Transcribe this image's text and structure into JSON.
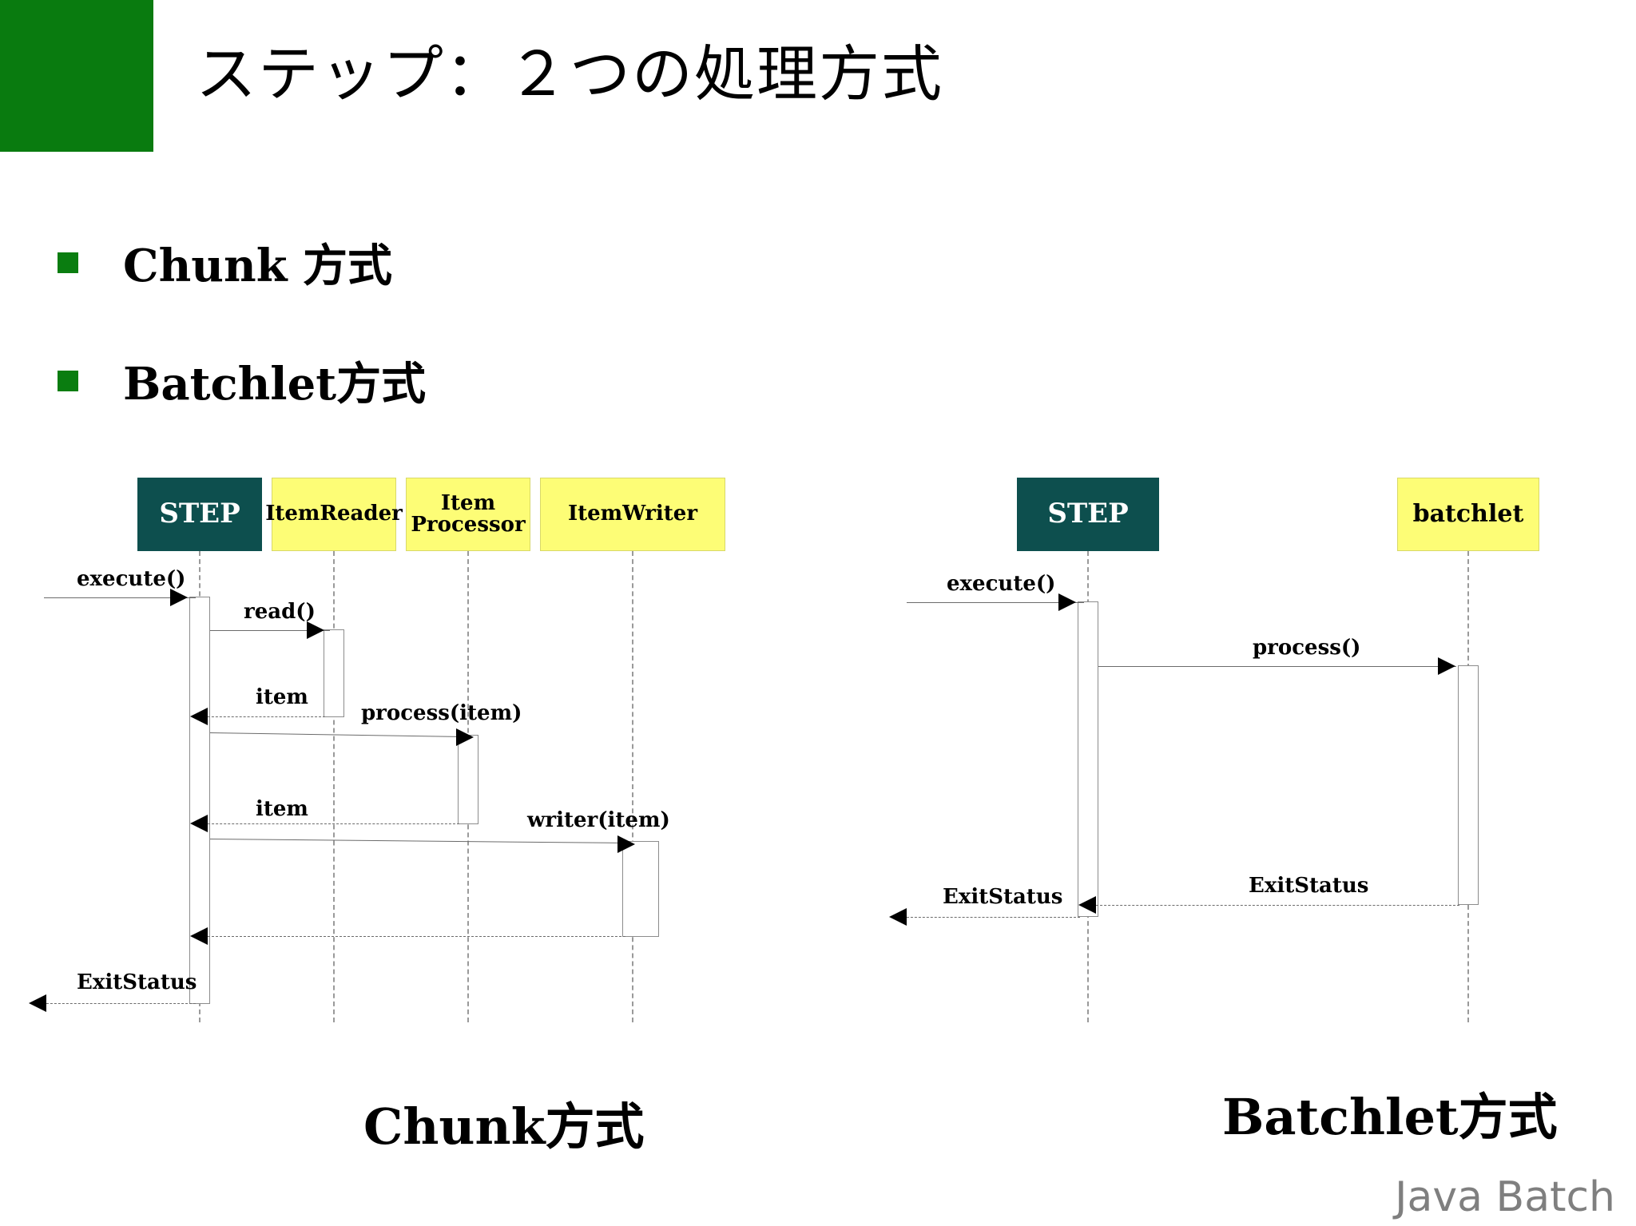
{
  "slide": {
    "title": "ステップ：２つの処理方式",
    "accent_color": "#097b0f",
    "footer": "Java Batch"
  },
  "bullets": [
    {
      "label": "Chunk 方式",
      "marker_color": "#0a7d10"
    },
    {
      "label": "Batchlet方式",
      "marker_color": "#0a7d10"
    }
  ],
  "diagrams": [
    {
      "name": "chunk-sequence-diagram",
      "caption": "Chunk方式",
      "participants": [
        {
          "label": "STEP",
          "style": "dark",
          "color": "#0d4f4e"
        },
        {
          "label": "ItemReader",
          "style": "yellow",
          "color": "#fdfd76"
        },
        {
          "label": "Item Processor",
          "line1": "Item",
          "line2": "Processor",
          "style": "yellow",
          "color": "#fdfd76"
        },
        {
          "label": "ItemWriter",
          "style": "yellow",
          "color": "#fdfd76"
        }
      ],
      "messages": [
        {
          "label": "execute()",
          "kind": "call",
          "from": "actor",
          "to": "STEP"
        },
        {
          "label": "read()",
          "kind": "call",
          "from": "STEP",
          "to": "ItemReader"
        },
        {
          "label": "item",
          "kind": "return",
          "from": "ItemReader",
          "to": "STEP"
        },
        {
          "label": "process(item)",
          "kind": "call",
          "from": "STEP",
          "to": "ItemProcessor"
        },
        {
          "label": "item",
          "kind": "return",
          "from": "ItemProcessor",
          "to": "STEP"
        },
        {
          "label": "writer(item)",
          "kind": "call",
          "from": "STEP",
          "to": "ItemWriter"
        },
        {
          "label": "",
          "kind": "return",
          "from": "ItemWriter",
          "to": "STEP"
        },
        {
          "label": "ExitStatus",
          "kind": "return",
          "from": "STEP",
          "to": "actor"
        }
      ]
    },
    {
      "name": "batchlet-sequence-diagram",
      "caption": "Batchlet方式",
      "participants": [
        {
          "label": "STEP",
          "style": "dark",
          "color": "#0d4f4e"
        },
        {
          "label": "batchlet",
          "style": "yellow",
          "color": "#fdfd76"
        }
      ],
      "messages": [
        {
          "label": "execute()",
          "kind": "call",
          "from": "actor",
          "to": "STEP"
        },
        {
          "label": "process()",
          "kind": "call",
          "from": "STEP",
          "to": "batchlet"
        },
        {
          "label": "ExitStatus",
          "kind": "return",
          "from": "batchlet",
          "to": "STEP"
        },
        {
          "label": "ExitStatus",
          "kind": "return",
          "from": "STEP",
          "to": "actor"
        }
      ]
    }
  ]
}
